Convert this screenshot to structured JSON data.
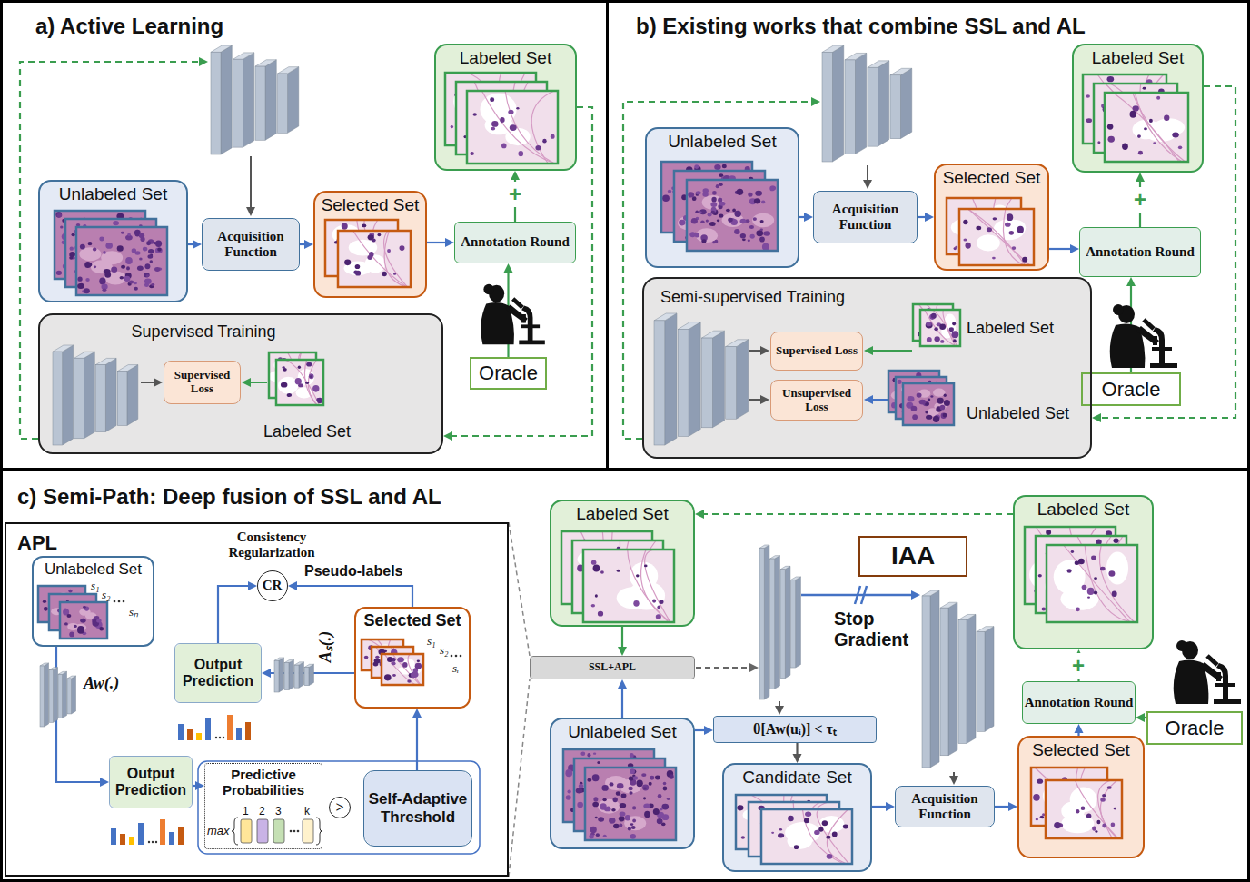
{
  "diagram": {
    "nodes": [
      {
        "text": [
          "a) Active Learning"
        ]
      },
      {
        "text": [
          "Unlabeled Set"
        ],
        "in": 0
      },
      {
        "text": [
          "Acquisition Function"
        ],
        "in": 0
      },
      {
        "text": [
          "Selected Set"
        ],
        "in": 0
      },
      {
        "text": [
          "Annotation Round"
        ],
        "in": 0
      },
      {
        "text": [
          "Labeled Set"
        ],
        "in": 0
      },
      {
        "text": [
          "Oracle"
        ],
        "in": 0
      },
      {
        "text": [
          "Supervised Training",
          "Labeled Set"
        ],
        "in": 0
      },
      {
        "text": [
          "Supervised Loss"
        ],
        "in": 7
      },
      {
        "text": [
          "b) Existing works that combine SSL and AL"
        ]
      },
      {
        "text": [
          "Unlabeled Set"
        ],
        "in": 9
      },
      {
        "text": [
          "Acquisition Function"
        ],
        "in": 9
      },
      {
        "text": [
          "Selected Set"
        ],
        "in": 9
      },
      {
        "text": [
          "Annotation Round"
        ],
        "in": 9
      },
      {
        "text": [
          "Labeled Set"
        ],
        "in": 9
      },
      {
        "text": [
          "Oracle"
        ],
        "in": 9
      },
      {
        "text": [
          "Semi-supervised Training",
          "Labeled Set",
          "Unlabeled Set"
        ],
        "in": 9
      },
      {
        "text": [
          "Supervised Loss"
        ],
        "in": 16
      },
      {
        "text": [
          "Unsupervised Loss"
        ],
        "in": 16
      },
      {
        "text": [
          "c) Semi-Path: Deep fusion of SSL and AL"
        ]
      },
      {
        "text": [
          "APL"
        ],
        "in": 19
      },
      {
        "text": [
          "Unlabeled Set"
        ],
        "in": 20
      },
      {
        "text": [
          "Output Prediction"
        ],
        "in": 20
      },
      {
        "text": [
          "Predictive Probabilities"
        ],
        "in": 20
      },
      {
        "text": [
          ">"
        ],
        "in": 20
      },
      {
        "text": [
          "Self-Adaptive Threshold"
        ],
        "in": 20
      },
      {
        "text": [
          "Selected Set"
        ],
        "in": 20
      },
      {
        "text": [
          "Output Prediction"
        ],
        "in": 20
      },
      {
        "text": [
          "Consistency Regularization",
          "CR"
        ],
        "in": 20
      },
      {
        "text": [
          "SSL+APL"
        ],
        "in": 19
      },
      {
        "text": [
          "Labeled Set"
        ],
        "in": 19
      },
      {
        "text": [
          "Unlabeled Set"
        ],
        "in": 19
      },
      {
        "text": [
          "θ[Aw(uᵢ)] < τₜ"
        ],
        "in": 19
      },
      {
        "text": [
          "Candidate Set"
        ],
        "in": 19
      },
      {
        "text": [
          "Acquisition Function"
        ],
        "in": 19
      },
      {
        "text": [
          "Selected Set"
        ],
        "in": 19
      },
      {
        "text": [
          "Annotation Round"
        ],
        "in": 19
      },
      {
        "text": [
          "Oracle"
        ],
        "in": 19
      },
      {
        "text": [
          "Labeled Set"
        ],
        "in": 19
      },
      {
        "text": [
          "IAA"
        ],
        "in": 19
      }
    ],
    "edges": [
      {
        "from": 1,
        "to": 2,
        "arrow": "to"
      },
      {
        "from": 2,
        "to": 3,
        "arrow": "to"
      },
      {
        "from": 3,
        "to": 4,
        "arrow": "to"
      },
      {
        "from": 6,
        "to": 4,
        "arrow": "to"
      },
      {
        "from": 4,
        "to": 5,
        "arrow": "to"
      },
      {
        "from": 5,
        "to": 7,
        "arrow": "to"
      },
      {
        "from": 10,
        "to": 11,
        "arrow": "to"
      },
      {
        "from": 11,
        "to": 12,
        "arrow": "to"
      },
      {
        "from": 12,
        "to": 13,
        "arrow": "to"
      },
      {
        "from": 15,
        "to": 13,
        "arrow": "to"
      },
      {
        "from": 13,
        "to": 14,
        "arrow": "to"
      },
      {
        "from": 14,
        "to": 16,
        "arrow": "to"
      },
      {
        "from": 21,
        "to": 22,
        "arrow": "to"
      },
      {
        "from": 22,
        "to": 23,
        "arrow": "to"
      },
      {
        "from": 25,
        "to": 26,
        "arrow": "to"
      },
      {
        "from": 26,
        "to": 27,
        "arrow": "to"
      },
      {
        "from": 27,
        "to": 28,
        "arrow": "to"
      },
      {
        "from": 26,
        "to": 28,
        "arrow": "to"
      },
      {
        "from": 30,
        "to": 29,
        "arrow": "to"
      },
      {
        "from": 31,
        "to": 29,
        "arrow": "to"
      },
      {
        "from": 31,
        "to": 32,
        "arrow": "to"
      },
      {
        "from": 32,
        "to": 33,
        "arrow": "to"
      },
      {
        "from": 33,
        "to": 34,
        "arrow": "to"
      },
      {
        "from": 34,
        "to": 35,
        "arrow": "to"
      },
      {
        "from": 35,
        "to": 36,
        "arrow": "to"
      },
      {
        "from": 37,
        "to": 36,
        "arrow": "to"
      },
      {
        "from": 36,
        "to": 38,
        "arrow": "to"
      },
      {
        "from": 38,
        "to": 30,
        "arrow": "to"
      }
    ],
    "labels": [
      "+",
      "+",
      "+",
      "Stop Gradient",
      "Pseudo-labels",
      "Aw(.)",
      "Aₛ(.)",
      "s₁",
      "s₂",
      "sₙ",
      "s₁",
      "s₂",
      "sᵢ",
      "1",
      "2",
      "3",
      "k",
      "max"
    ]
  }
}
